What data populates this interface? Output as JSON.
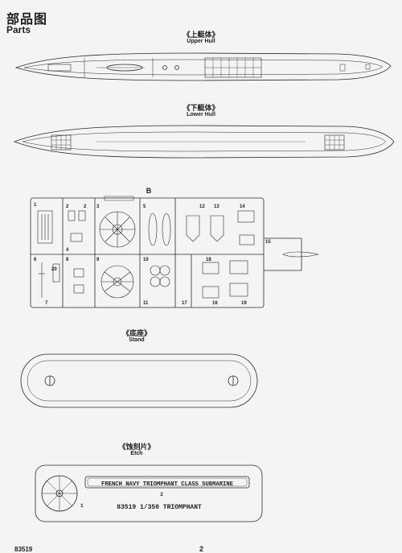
{
  "header": {
    "title_cn": "部品图",
    "title_en": "Parts"
  },
  "parts": {
    "upper_hull": {
      "cn": "《上艇体》",
      "en": "Upper Hull"
    },
    "lower_hull": {
      "cn": "《下艇体》",
      "en": "Lower Hull"
    },
    "sprue_b": {
      "letter": "B",
      "part_numbers": [
        "1",
        "2",
        "2",
        "3",
        "4",
        "5",
        "6",
        "7",
        "8",
        "9",
        "10",
        "11",
        "12",
        "13",
        "14",
        "15",
        "16",
        "17",
        "18",
        "19",
        "20"
      ]
    },
    "stand": {
      "cn": "《底座》",
      "en": "Stand"
    },
    "etch": {
      "cn": "《蚀刻片》",
      "en": "Etch",
      "plate_text": "FRENCH NAVY TRIOMPHANT CLASS SUBMARINE",
      "plate_number": "2",
      "fan_number": "1",
      "kit_text": "83519 1/350 TRIOMPHANT"
    }
  },
  "footer": {
    "code": "83519",
    "page": "2"
  }
}
